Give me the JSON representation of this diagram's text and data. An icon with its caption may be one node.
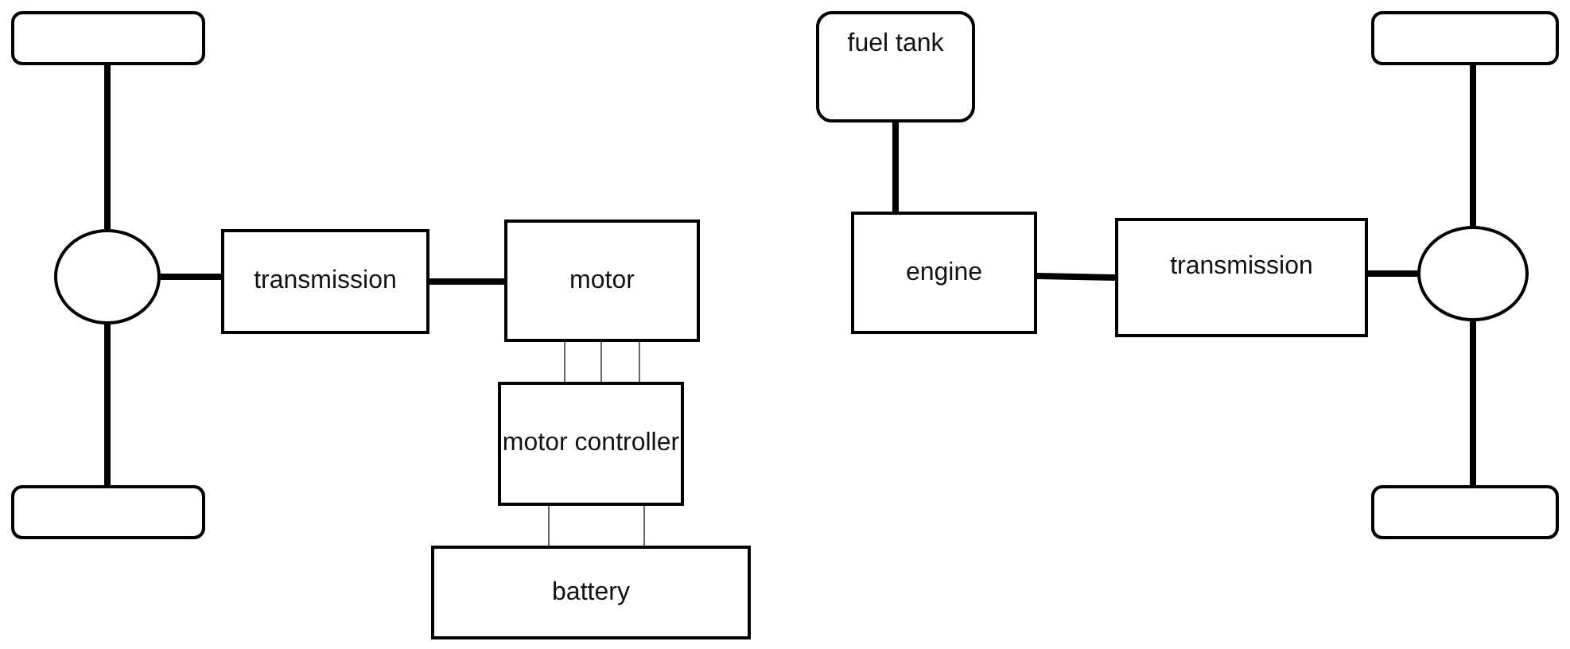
{
  "diagram": {
    "nodes": [
      {
        "text": [],
        "shape": "box"
      },
      {
        "text": [
          "fuel tank"
        ]
      },
      {
        "text": [],
        "shape": "box"
      },
      {
        "text": [],
        "shape": "circle"
      },
      {
        "text": [
          "transmission"
        ]
      },
      {
        "text": [
          "motor"
        ]
      },
      {
        "text": [
          "engine"
        ]
      },
      {
        "text": [
          "transmission"
        ]
      },
      {
        "text": [],
        "shape": "circle"
      },
      {
        "text": [
          "motor controller"
        ]
      },
      {
        "text": [],
        "shape": "box"
      },
      {
        "text": [
          "battery"
        ]
      },
      {
        "text": [],
        "shape": "box"
      }
    ],
    "edges": [
      {
        "from": 0,
        "to": 3,
        "arrow": "none"
      },
      {
        "from": 3,
        "to": 10,
        "arrow": "none"
      },
      {
        "from": 3,
        "to": 4,
        "arrow": "none"
      },
      {
        "from": 4,
        "to": 5,
        "arrow": "none"
      },
      {
        "from": 5,
        "to": 9,
        "arrow": "none",
        "color": "#666666"
      },
      {
        "from": 5,
        "to": 9,
        "arrow": "none",
        "color": "#666666"
      },
      {
        "from": 5,
        "to": 9,
        "arrow": "none",
        "color": "#666666"
      },
      {
        "from": 9,
        "to": 11,
        "arrow": "none",
        "color": "#666666"
      },
      {
        "from": 9,
        "to": 11,
        "arrow": "none",
        "color": "#666666"
      },
      {
        "from": 1,
        "to": 6,
        "arrow": "none"
      },
      {
        "from": 6,
        "to": 7,
        "arrow": "none"
      },
      {
        "from": 7,
        "to": 8,
        "arrow": "none"
      },
      {
        "from": 2,
        "to": 8,
        "arrow": "none"
      },
      {
        "from": 8,
        "to": 12,
        "arrow": "none"
      }
    ]
  }
}
